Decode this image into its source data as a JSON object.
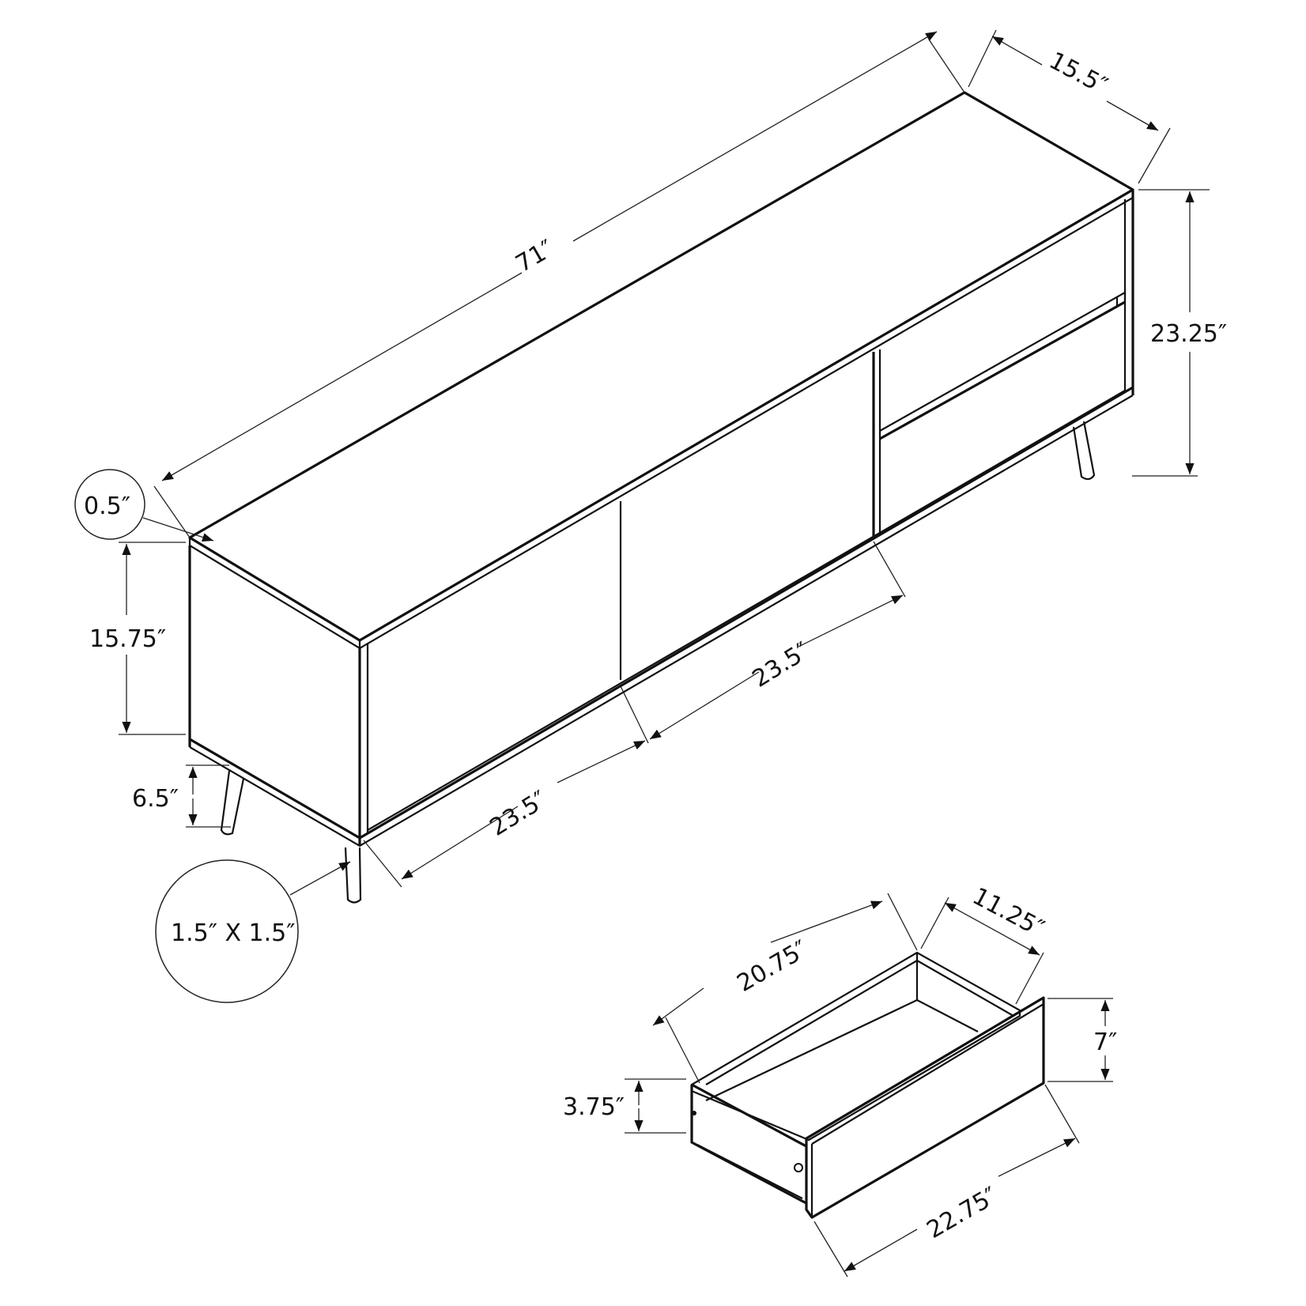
{
  "diagram": {
    "subject": "TV stand with two doors and two drawers, plus detached drawer",
    "cabinet": {
      "length": "71″",
      "depth": "15.5″",
      "total_height": "23.25″",
      "body_height": "15.75″",
      "leg_height": "6.5″",
      "top_thickness": "0.5″",
      "leg_size": "1.5″ X 1.5″",
      "door_width_left": "23.5″",
      "door_width_middle": "23.5″"
    },
    "drawer": {
      "inner_length": "20.75″",
      "inner_width": "11.25″",
      "front_height": "7″",
      "side_height": "3.75″",
      "front_width": "22.75″"
    }
  },
  "colors": {
    "line": "#111111",
    "background": "#ffffff"
  }
}
